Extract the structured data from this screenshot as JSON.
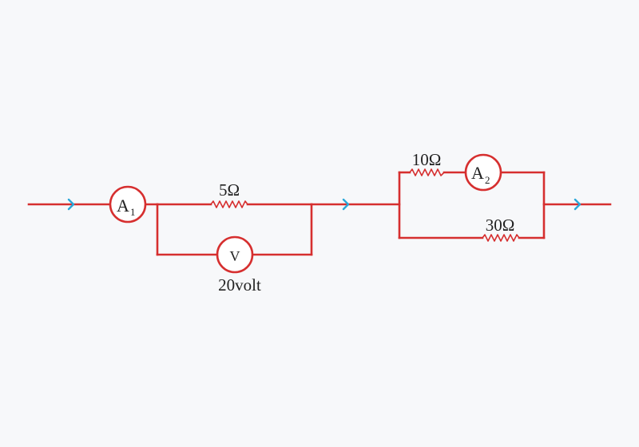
{
  "colors": {
    "background": "#f7f8fa",
    "wire": "#d62f2f",
    "arrow": "#2aa7d9",
    "text": "#222222"
  },
  "components": {
    "ammeter_1": {
      "symbol": "A",
      "subscript": "1"
    },
    "ammeter_2": {
      "symbol": "A",
      "subscript": "2"
    },
    "voltmeter": {
      "symbol": "V",
      "reading": "20volt"
    },
    "resistor_5": {
      "label": "5Ω"
    },
    "resistor_10": {
      "label": "10Ω"
    },
    "resistor_30": {
      "label": "30Ω"
    }
  },
  "arrow_icon": "chevron-right-icon"
}
